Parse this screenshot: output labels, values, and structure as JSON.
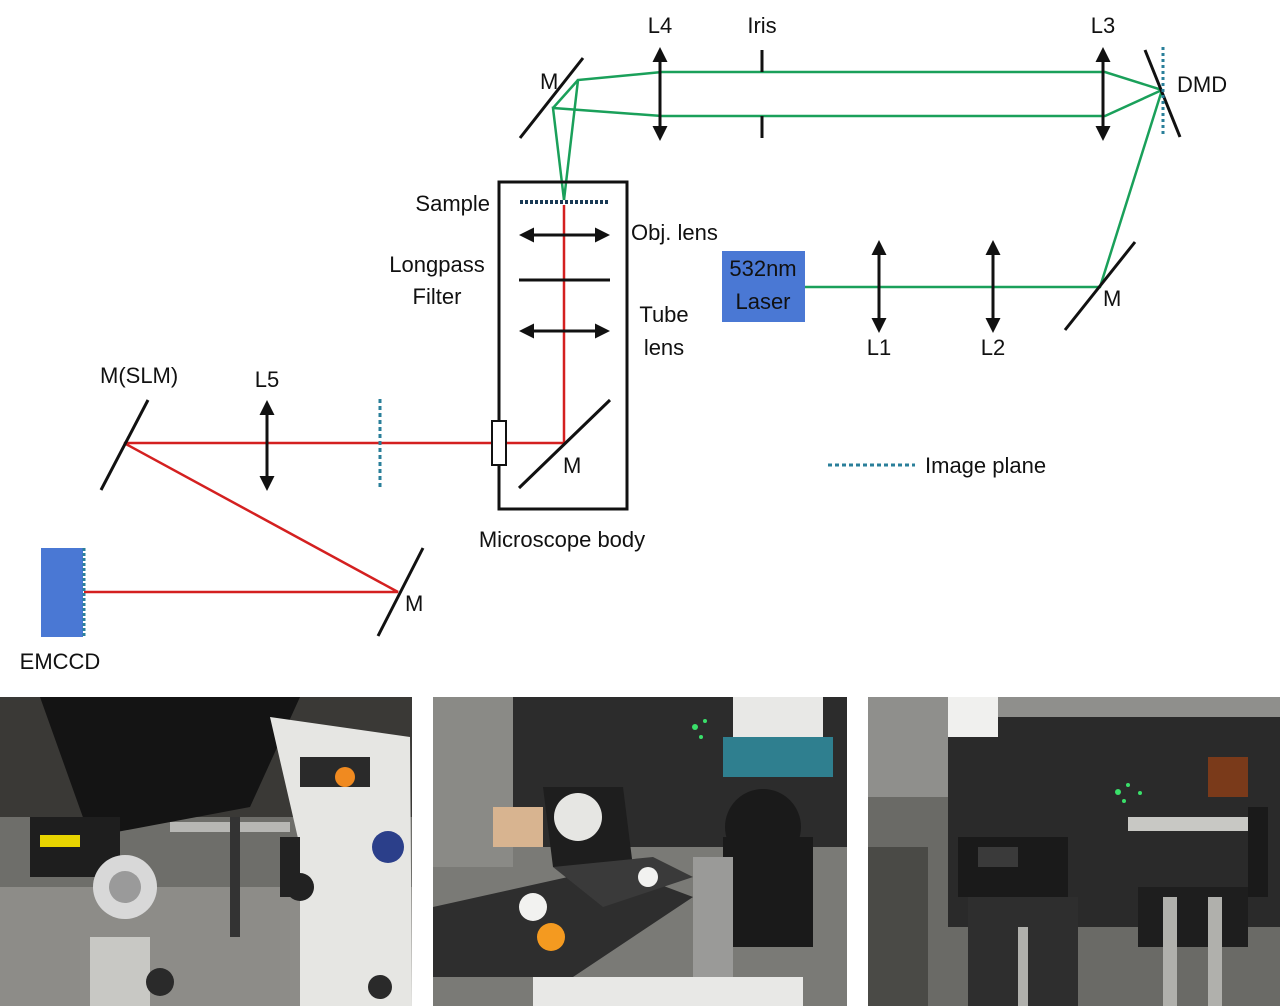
{
  "labels": {
    "l4": "L4",
    "iris": "Iris",
    "l3": "L3",
    "dmd": "DMD",
    "m_top": "M",
    "sample": "Sample",
    "obj_lens": "Obj. lens",
    "longpass_1": "Longpass",
    "longpass_2": "Filter",
    "tube_1": "Tube",
    "tube_2": "lens",
    "laser_1": "532nm",
    "laser_2": "Laser",
    "l1": "L1",
    "l2": "L2",
    "m_right": "M",
    "m_slm": "M(SLM)",
    "l5": "L5",
    "m_body": "M",
    "microscope_body": "Microscope body",
    "image_plane": "Image plane",
    "m_bottom": "M",
    "emccd": "EMCCD"
  },
  "colors": {
    "excitation_beam": "#1aa05a",
    "emission_beam": "#d42020",
    "component_blue": "#4a78d4",
    "image_plane_dots": "#2a7f9a"
  }
}
